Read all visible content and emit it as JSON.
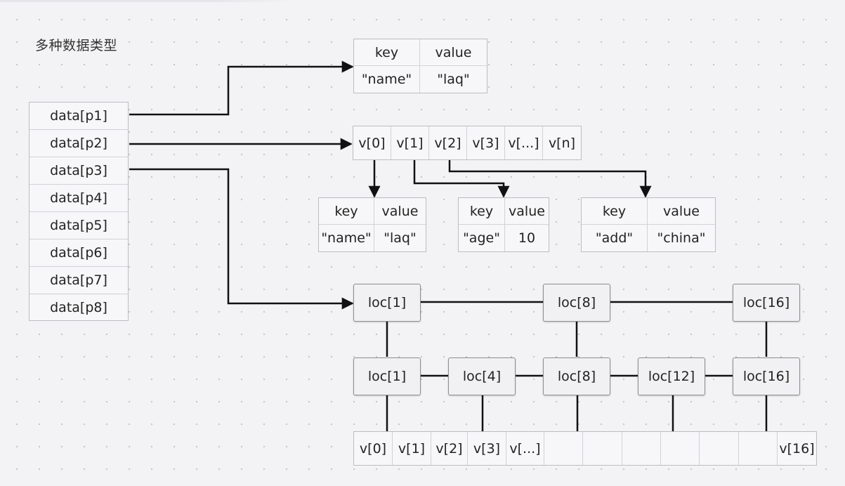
{
  "title": "多种数据类型",
  "data_list": [
    "data[p1]",
    "data[p2]",
    "data[p3]",
    "data[p4]",
    "data[p5]",
    "data[p6]",
    "data[p7]",
    "data[p8]"
  ],
  "hash_p1": {
    "key": "key",
    "value": "value",
    "k": "\"name\"",
    "v": "\"laq\""
  },
  "list_p2": [
    "v[0]",
    "v[1]",
    "v[2]",
    "v[3]",
    "v[...]",
    "v[n]"
  ],
  "hash_v0": {
    "key": "key",
    "value": "value",
    "k": "\"name\"",
    "v": "\"laq\""
  },
  "hash_v1": {
    "key": "key",
    "value": "value",
    "k": "\"age\"",
    "v": "10"
  },
  "hash_v2": {
    "key": "key",
    "value": "value",
    "k": "\"add\"",
    "v": "\"china\""
  },
  "skip_top": [
    "loc[1]",
    "loc[8]",
    "loc[16]"
  ],
  "skip_mid": [
    "loc[1]",
    "loc[4]",
    "loc[8]",
    "loc[12]",
    "loc[16]"
  ],
  "skip_base": [
    "v[0]",
    "v[1]",
    "v[2]",
    "v[3]",
    "v[...]",
    "",
    "",
    "",
    "",
    "",
    "",
    "v[16]"
  ]
}
